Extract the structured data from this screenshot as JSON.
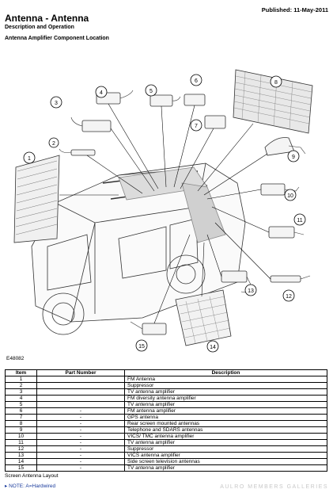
{
  "header": {
    "published": "Published: 11-May-2011",
    "title": "Antenna - Antenna",
    "subtitle": "Description and Operation",
    "section_title": "Antenna Amplifier Component Location"
  },
  "figure": {
    "id_label": "E48082",
    "callouts": [
      "1",
      "2",
      "3",
      "4",
      "5",
      "6",
      "7",
      "8",
      "9",
      "10",
      "11",
      "12",
      "13",
      "14",
      "15"
    ]
  },
  "table": {
    "headers": {
      "item": "Item",
      "part": "Part Number",
      "desc": "Description"
    },
    "rows": [
      {
        "item": "1",
        "part": "",
        "desc": "FM Antenna"
      },
      {
        "item": "2",
        "part": "",
        "desc": "Suppressor"
      },
      {
        "item": "3",
        "part": "",
        "desc": "TV antenna amplifier"
      },
      {
        "item": "4",
        "part": "",
        "desc": "FM diversity antenna amplifier"
      },
      {
        "item": "5",
        "part": "",
        "desc": "TV antenna amplifier"
      },
      {
        "item": "6",
        "part": "-",
        "desc": "FM antenna amplifier"
      },
      {
        "item": "7",
        "part": "-",
        "desc": "GPS antenna"
      },
      {
        "item": "8",
        "part": "-",
        "desc": "Rear screen mounted antennas"
      },
      {
        "item": "9",
        "part": "-",
        "desc": "Telephone and SDARS antennas"
      },
      {
        "item": "10",
        "part": "-",
        "desc": "VICS/ TMC antenna amplifier"
      },
      {
        "item": "11",
        "part": "-",
        "desc": "TV antenna amplifier"
      },
      {
        "item": "12",
        "part": "-",
        "desc": "Suppressor"
      },
      {
        "item": "13",
        "part": "-",
        "desc": "VICS antenna amplifier"
      },
      {
        "item": "14",
        "part": "-",
        "desc": "Side screen television antennas"
      },
      {
        "item": "15",
        "part": "-",
        "desc": "TV antenna amplifier"
      }
    ]
  },
  "footer": {
    "caption": "Screen Antenna Layout",
    "note": "NOTE: A=Hardwired",
    "watermark": "AULRO MEMBERS GALLERIES"
  }
}
